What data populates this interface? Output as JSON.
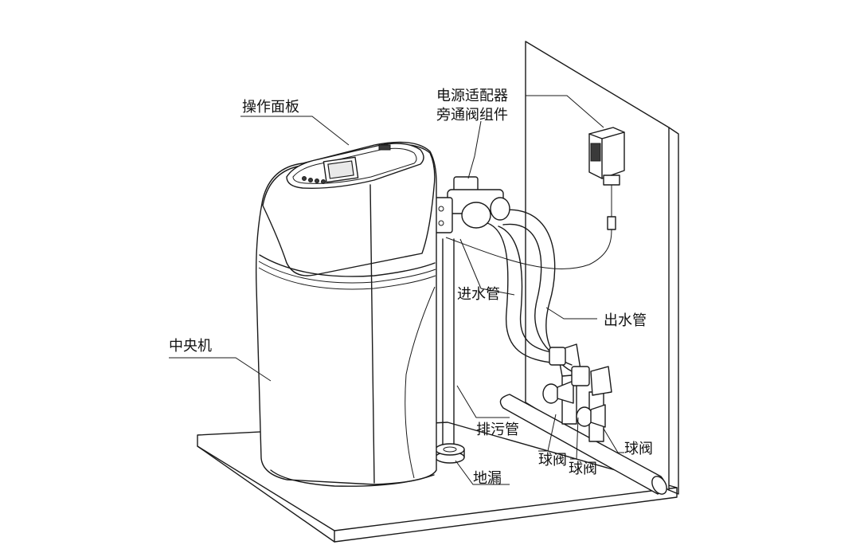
{
  "labels": {
    "control_panel": "操作面板",
    "power_adapter": "电源适配器",
    "bypass_valve": "旁通阀组件",
    "inlet_pipe": "进水管",
    "outlet_pipe": "出水管",
    "main_unit": "中央机",
    "drain_pipe": "排污管",
    "ball_valve_left": "球阀",
    "ball_valve_middle": "球阀",
    "ball_valve_right": "球阀",
    "floor_drain": "地漏"
  }
}
